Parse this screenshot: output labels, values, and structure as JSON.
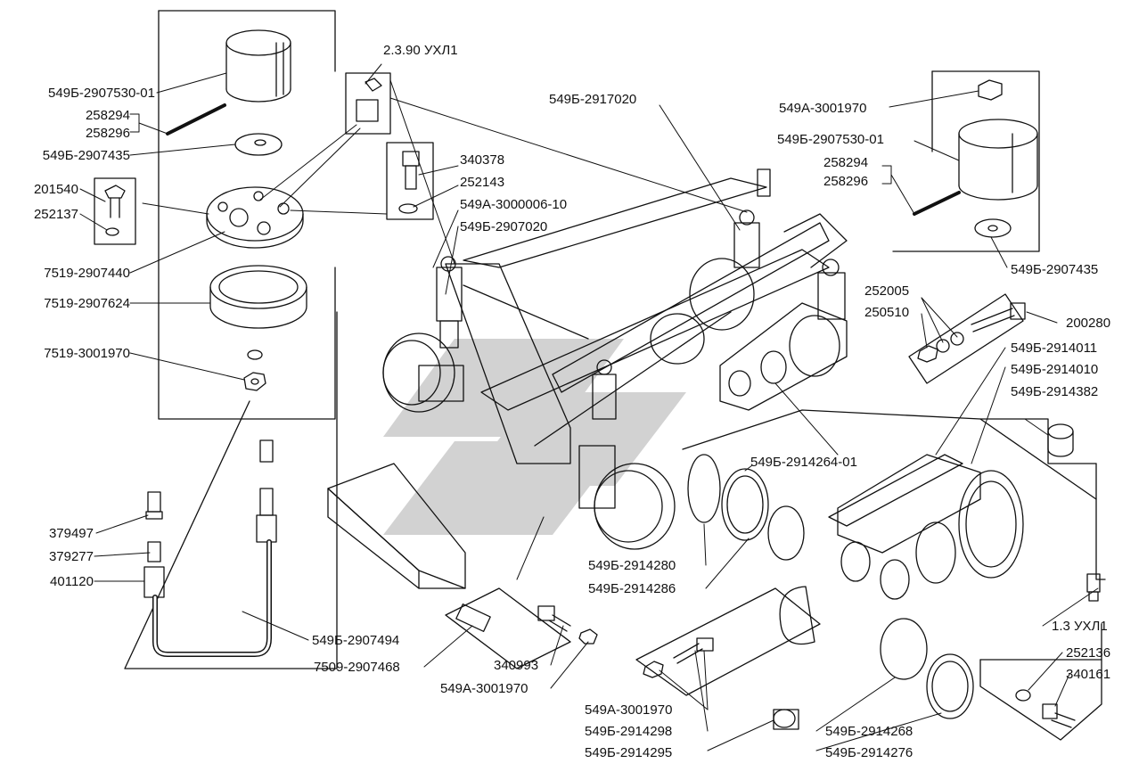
{
  "colors": {
    "ink": "#111111",
    "watermark": "#cfcfcf",
    "paper": "#ffffff"
  },
  "labels": {
    "p549b_2907530_01_left": "549Б-2907530-01",
    "p258294_left": "258294",
    "p258296_left": "258296",
    "p549b_2907435_left": "549Б-2907435",
    "p201540": "201540",
    "p252137": "252137",
    "p7519_2907440": "7519-2907440",
    "p7519_2907624": "7519-2907624",
    "p7519_3001970": "7519-3001970",
    "p379497": "379497",
    "p379277": "379277",
    "p401120": "401120",
    "p549b_2907494": "549Б-2907494",
    "p7509_2907468": "7509-2907468",
    "p340993": "340993",
    "p549a_3001970_bottom": "549А-3001970",
    "p2390_uhl1": "2.3.90 УХЛ1",
    "p340378": "340378",
    "p252143": "252143",
    "p549a_3000006_10": "549А-3000006-10",
    "p549b_2907020": "549Б-2907020",
    "p549b_2917020": "549Б-2917020",
    "p549a_3001970_right": "549А-3001970",
    "p549b_2907530_01_right": "549Б-2907530-01",
    "p258294_right": "258294",
    "p258296_right": "258296",
    "p549b_2907435_right": "549Б-2907435",
    "p252005": "252005",
    "p250510": "250510",
    "p200280": "200280",
    "p549b_2914011": "549Б-2914011",
    "p549b_2914010": "549Б-2914010",
    "p549b_2914382": "549Б-2914382",
    "p549b_2914264_01": "549Б-2914264-01",
    "p549b_2914280": "549Б-2914280",
    "p549b_2914286": "549Б-2914286",
    "p13_uhl1": "1.3 УХЛ1",
    "p252136": "252136",
    "p340161": "340161",
    "p549a_3001970_br": "549А-3001970",
    "p549b_2914298": "549Б-2914298",
    "p549b_2914295": "549Б-2914295",
    "p549b_2914268": "549Б-2914268",
    "p549b_2914276": "549Б-2914276"
  }
}
